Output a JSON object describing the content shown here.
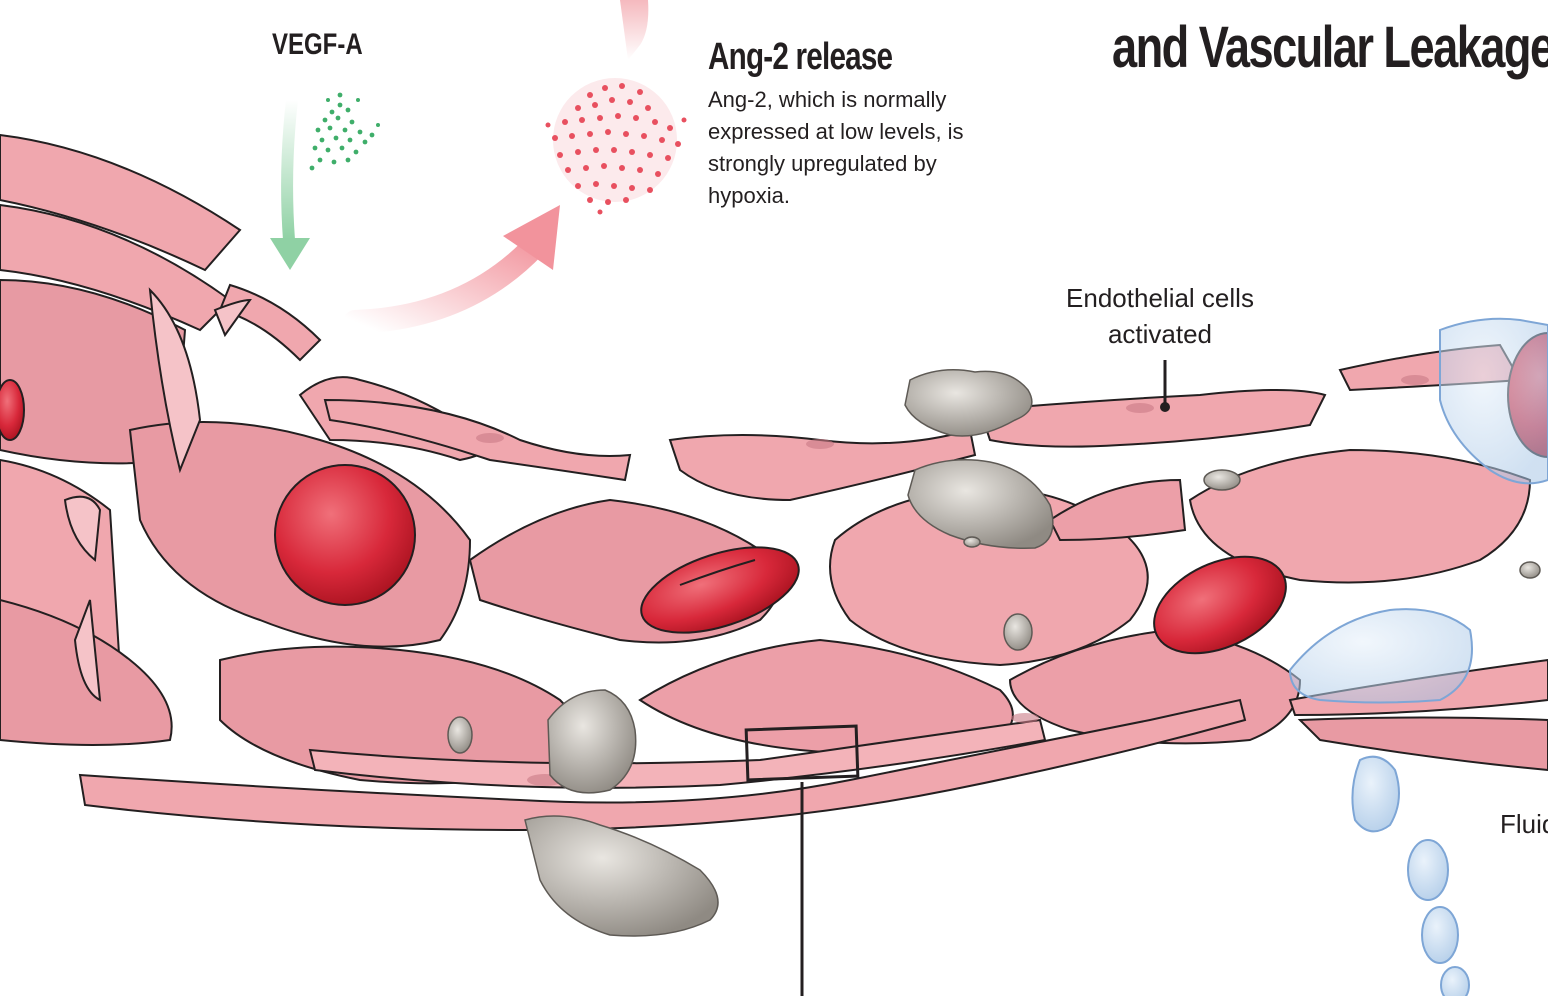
{
  "title": "and Vascular Leakage",
  "vegf_label": "VEGF-A",
  "ang2": {
    "heading": "Ang-2 release",
    "description": "Ang-2, which is normally expressed at low levels, is strongly upregulated by hypoxia."
  },
  "endothelial_label": "Endothelial cells activated",
  "fluid_label": "Fluid leak",
  "colors": {
    "cell_fill": "#f0a7ae",
    "cell_dark": "#d98a93",
    "rbc": "#d8283a",
    "vegf_dots": "#3fae6a",
    "ang2_dots": "#e8505f",
    "arrow_green": "#8fd1a4",
    "arrow_pink": "#f2939c",
    "platelet": "#a7a39d",
    "fluid": "#b9d4ee"
  }
}
